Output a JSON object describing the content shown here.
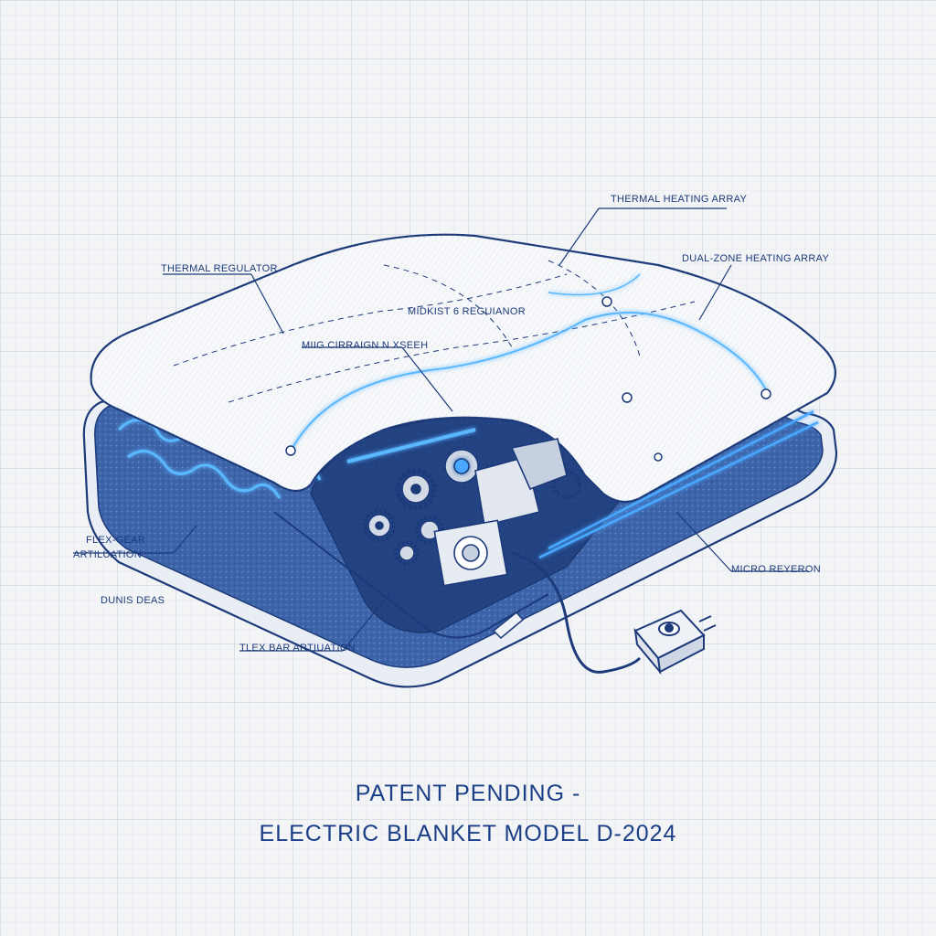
{
  "labels": {
    "thermal_heating_array": "THERMAL HEATING ARRAY",
    "dual_zone": "DUAL-ZONE HEATING ARRAY",
    "thermal_regulator": "THERMAL REGULATOR",
    "midkist_regulator": "MIDKIST 6 REGUIANOR",
    "mig_sketch": "MIIG CIRRAIGN N XSEEH",
    "flex_gear_1": "FLEX-GEAR",
    "flex_gear_2": "ARTILUATION",
    "dunis_deas": "DUNIS DEAS",
    "flex_bar": "TLEX BAR ARTIUATION",
    "micro_reyeron": "MICRO REYERON"
  },
  "title": {
    "line1": "PATENT PENDING -",
    "line2": "ELECTRIC BLANKET MODEL D-2024"
  },
  "colors": {
    "ink": "#1c3a7a",
    "glow": "#4aa8ff",
    "fabric": "#f7f8fa",
    "dark_blue": "#26437f"
  }
}
